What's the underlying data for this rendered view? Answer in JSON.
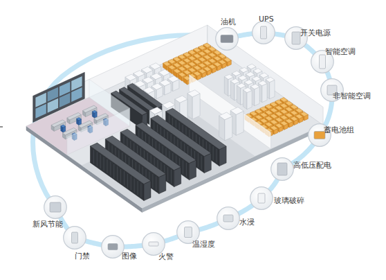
{
  "diagram": {
    "nodes": [
      {
        "text": [
          "油机"
        ]
      },
      {
        "text": [
          "UPS"
        ]
      },
      {
        "text": [
          "开关电源"
        ]
      },
      {
        "text": [
          "智能空调"
        ]
      },
      {
        "text": [
          "非智能空调"
        ]
      },
      {
        "text": [
          "蓄电池组"
        ]
      },
      {
        "text": [
          "高低压配电"
        ]
      },
      {
        "text": [
          "玻璃破碎"
        ]
      },
      {
        "text": [
          "水浸"
        ]
      },
      {
        "text": [
          "温湿度"
        ]
      },
      {
        "text": [
          "火警"
        ]
      },
      {
        "text": [
          "图像"
        ]
      },
      {
        "text": [
          "门禁"
        ]
      },
      {
        "text": [
          "新风节能"
        ]
      }
    ],
    "edges": [
      {
        "from": 0,
        "to": 1,
        "arrow": "none"
      },
      {
        "from": 1,
        "to": 2,
        "arrow": "none"
      },
      {
        "from": 2,
        "to": 3,
        "arrow": "none"
      },
      {
        "from": 3,
        "to": 4,
        "arrow": "none"
      },
      {
        "from": 4,
        "to": 5,
        "arrow": "none"
      },
      {
        "from": 5,
        "to": 6,
        "arrow": "none"
      },
      {
        "from": 6,
        "to": 7,
        "arrow": "none"
      },
      {
        "from": 7,
        "to": 8,
        "arrow": "none"
      },
      {
        "from": 8,
        "to": 9,
        "arrow": "none"
      },
      {
        "from": 9,
        "to": 10,
        "arrow": "none"
      },
      {
        "from": 10,
        "to": 11,
        "arrow": "none"
      },
      {
        "from": 11,
        "to": 12,
        "arrow": "none"
      },
      {
        "from": 12,
        "to": 13,
        "arrow": "none"
      }
    ]
  }
}
